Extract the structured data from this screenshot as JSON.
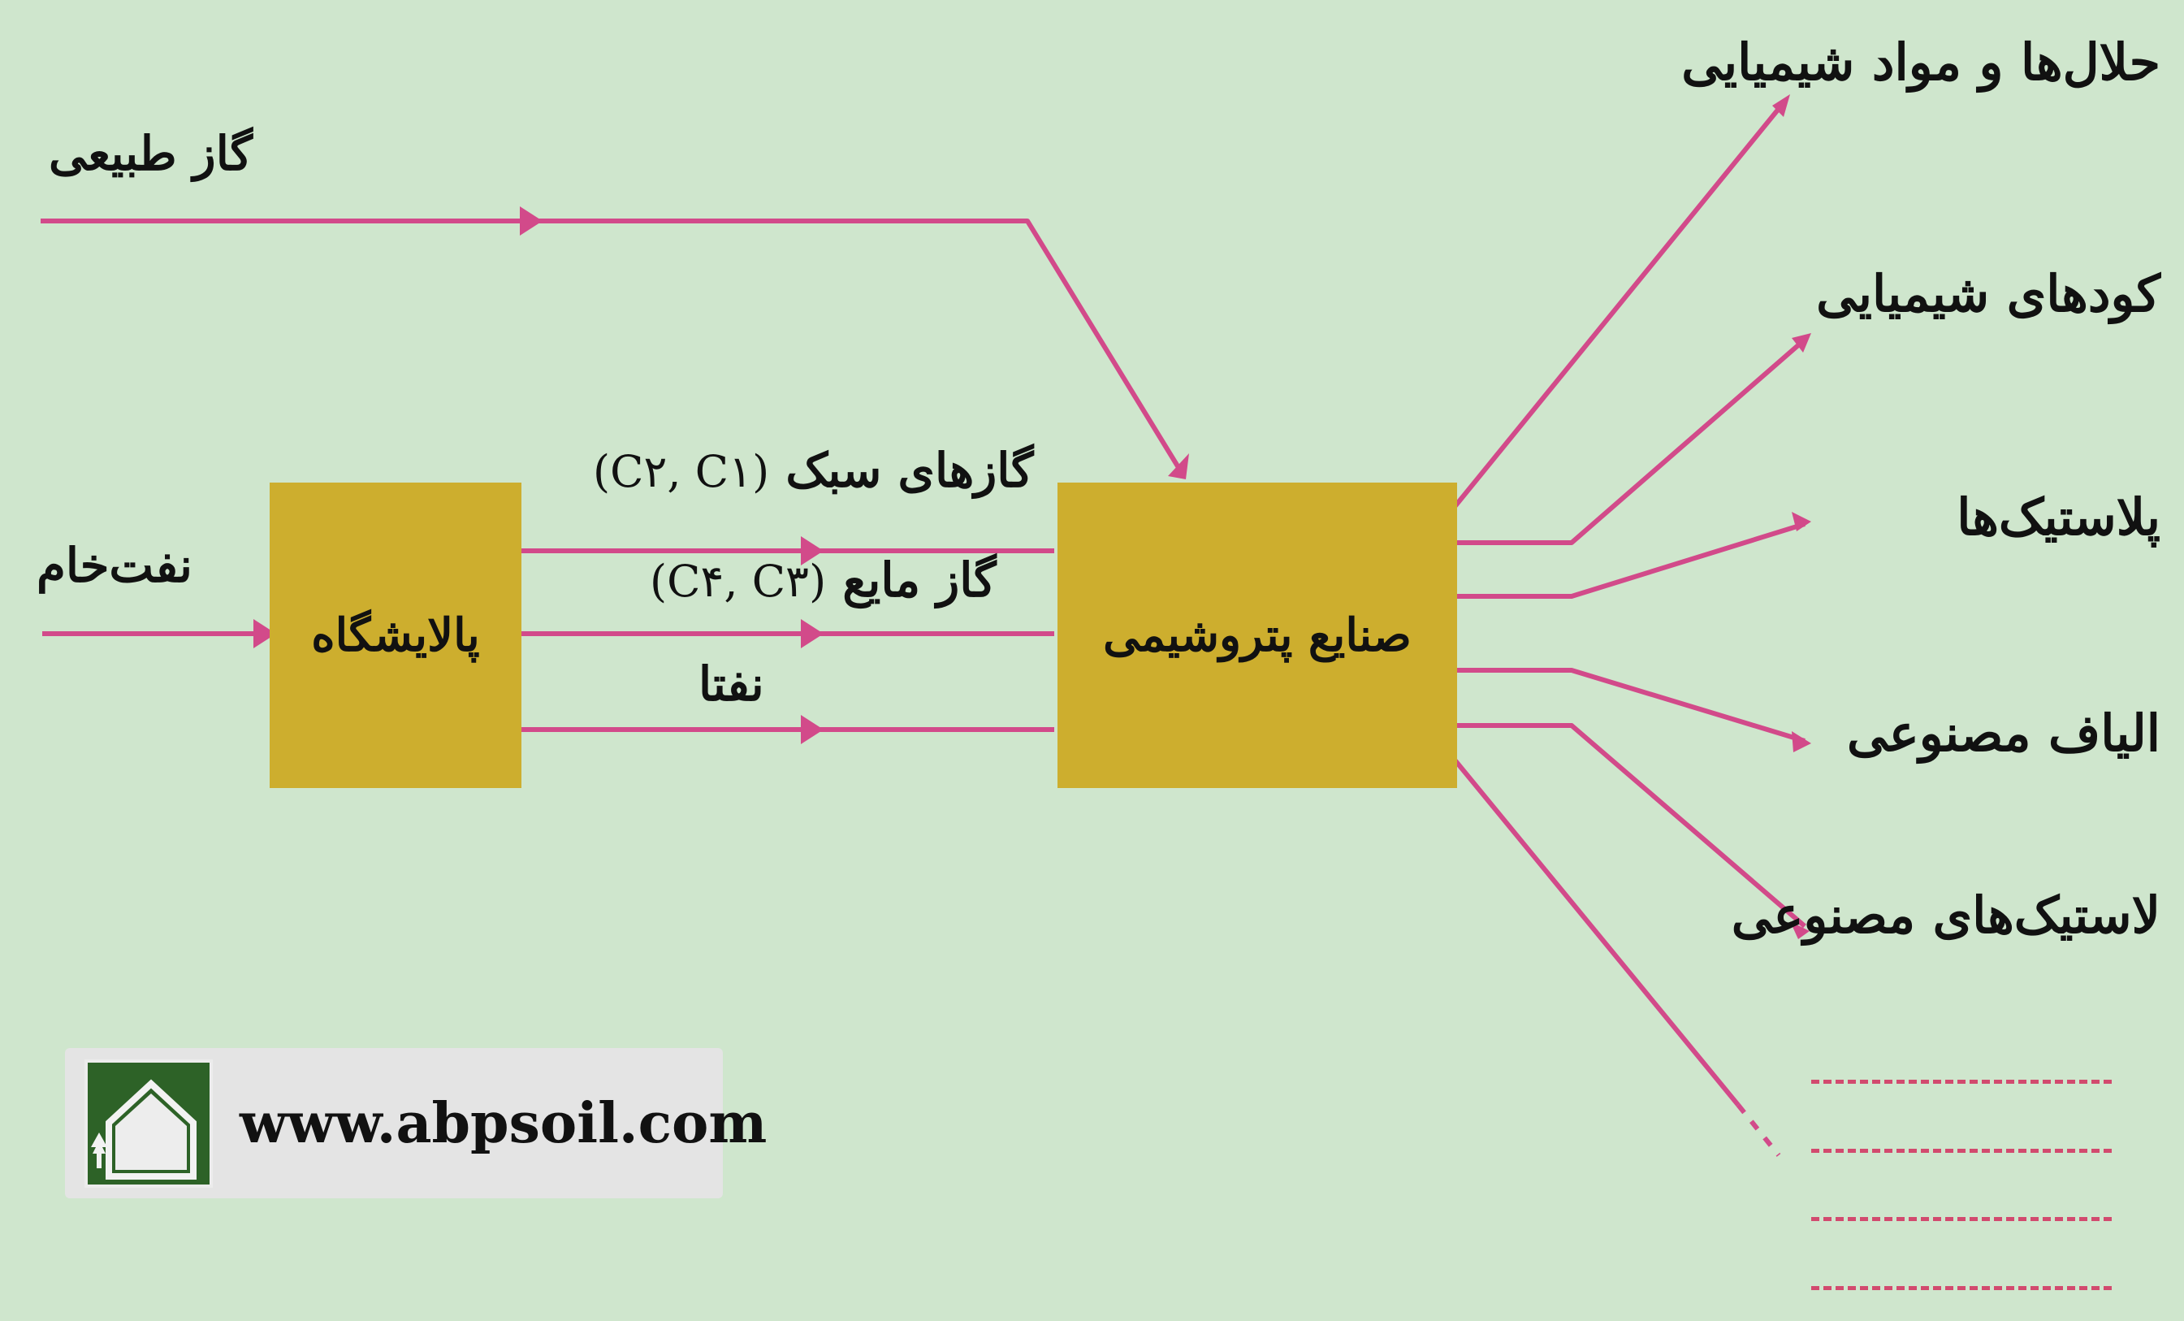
{
  "inputs": {
    "natural_gas": "گاز طبیعی",
    "crude_oil": "نفت‌خام"
  },
  "refinery": {
    "label": "پالایشگاه"
  },
  "products": {
    "light_gases": "گازهای سبک",
    "light_gases_formula": "(C۲, C۱)",
    "liquefied_gas": "گاز مایع",
    "liquefied_gas_formula": "(C۴, C۳)",
    "naphtha": "نفتا"
  },
  "petrochemical": {
    "label": "صنایع پتروشیمی"
  },
  "outputs": [
    "حلال‌ها و مواد شیمیایی",
    "کودهای شیمیایی",
    "پلاستیک‌ها",
    "الیاف مصنوعی",
    "لاستیک‌های مصنوعی"
  ],
  "logo": {
    "url": "www.abpsoil.com"
  },
  "colors": {
    "background": "#cfe6cd",
    "box": "#cdae2e",
    "arrow": "#d24a8a",
    "logo_green": "#2d6227"
  }
}
